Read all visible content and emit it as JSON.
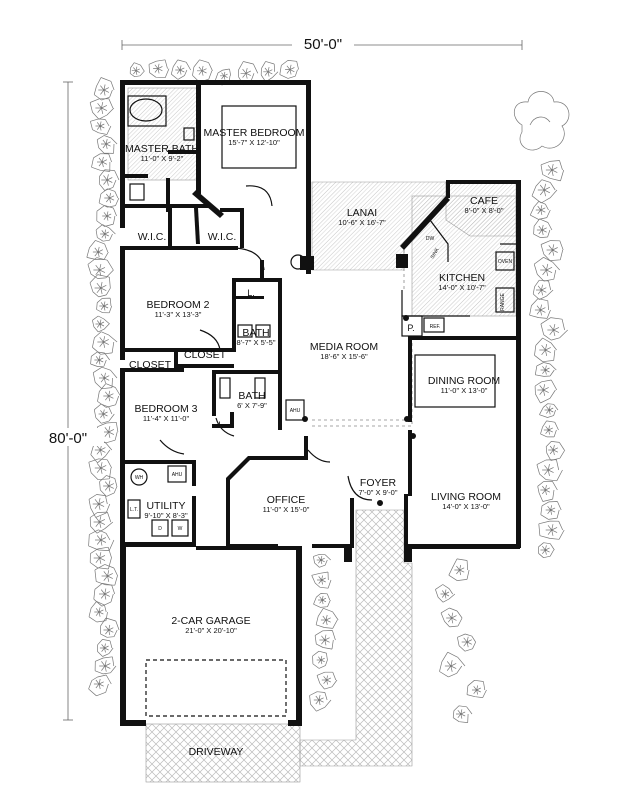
{
  "dimensions": {
    "width_label": "50'-0\"",
    "depth_label": "80'-0\""
  },
  "rooms": [
    {
      "key": "master_bath",
      "name": "MASTER BATH",
      "size": "11'-0\" X 9'-2\""
    },
    {
      "key": "master_bedroom",
      "name": "MASTER BEDROOM",
      "size": "15'-7\" X 12'-10\""
    },
    {
      "key": "wic_left",
      "name": "W.I.C.",
      "size": ""
    },
    {
      "key": "wic_right",
      "name": "W.I.C.",
      "size": ""
    },
    {
      "key": "lanai",
      "name": "LANAI",
      "size": "10'-6\" X 16'-7\""
    },
    {
      "key": "cafe",
      "name": "CAFE",
      "size": "8'-0\" X 8'-0\""
    },
    {
      "key": "kitchen",
      "name": "KITCHEN",
      "size": "14'-0\" X 10'-7\""
    },
    {
      "key": "bedroom2",
      "name": "BEDROOM 2",
      "size": "11'-3\" X 13'-3\""
    },
    {
      "key": "bath1",
      "name": "BATH",
      "size": "8'-7\" X 5'-5\""
    },
    {
      "key": "media_room",
      "name": "MEDIA ROOM",
      "size": "18'-6\" X 15'-6\""
    },
    {
      "key": "closet_left",
      "name": "CLOSET",
      "size": ""
    },
    {
      "key": "closet_right",
      "name": "CLOSET",
      "size": ""
    },
    {
      "key": "dining_room",
      "name": "DINING ROOM",
      "size": "11'-0\" X 13'-0\""
    },
    {
      "key": "bedroom3",
      "name": "BEDROOM 3",
      "size": "11'-4\" X 11'-0\""
    },
    {
      "key": "bath2",
      "name": "BATH",
      "size": "6' X 7'-9\""
    },
    {
      "key": "office",
      "name": "OFFICE",
      "size": "11'-0\" X 15'-0\""
    },
    {
      "key": "foyer",
      "name": "FOYER",
      "size": "7'-0\" X 9'-0\""
    },
    {
      "key": "living_room",
      "name": "LIVING ROOM",
      "size": "14'-0\" X 13'-0\""
    },
    {
      "key": "utility",
      "name": "UTILITY",
      "size": "9'-10\" X 8'-3\""
    },
    {
      "key": "garage",
      "name": "2-CAR GARAGE",
      "size": "21'-0\" X 20'-10\""
    },
    {
      "key": "driveway",
      "name": "DRIVEWAY",
      "size": ""
    }
  ],
  "small_labels": [
    {
      "key": "linen_upper",
      "text": "L."
    },
    {
      "key": "linen_lower",
      "text": "L."
    },
    {
      "key": "pantry",
      "text": "P."
    },
    {
      "key": "ref",
      "text": "REF."
    },
    {
      "key": "range",
      "text": "RANGE"
    },
    {
      "key": "oven",
      "text": "OVEN"
    },
    {
      "key": "dw",
      "text": "DW"
    },
    {
      "key": "sink",
      "text": "SINK"
    },
    {
      "key": "ahu_hall",
      "text": "AHU"
    },
    {
      "key": "ahu_util",
      "text": "AHU"
    },
    {
      "key": "wh",
      "text": "WH"
    },
    {
      "key": "lt",
      "text": "L.T."
    },
    {
      "key": "dryer",
      "text": "D"
    },
    {
      "key": "washer",
      "text": "W"
    }
  ]
}
